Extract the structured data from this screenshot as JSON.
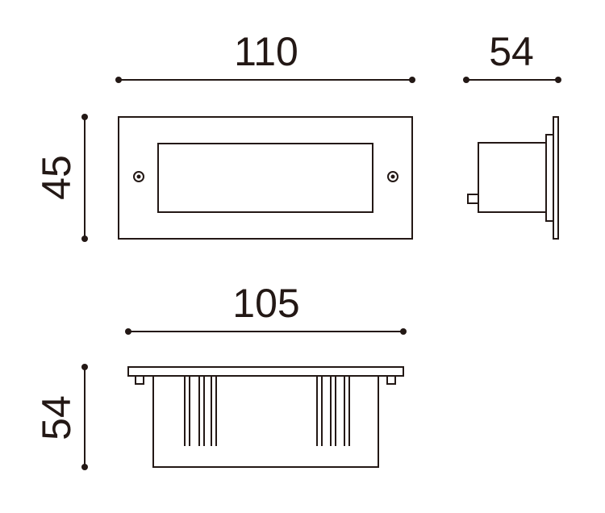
{
  "dimensions": {
    "front_width": "110",
    "side_depth": "54",
    "front_height": "45",
    "body_width": "105",
    "body_depth": "54"
  },
  "colors": {
    "line": "#231815",
    "background": "#ffffff"
  }
}
